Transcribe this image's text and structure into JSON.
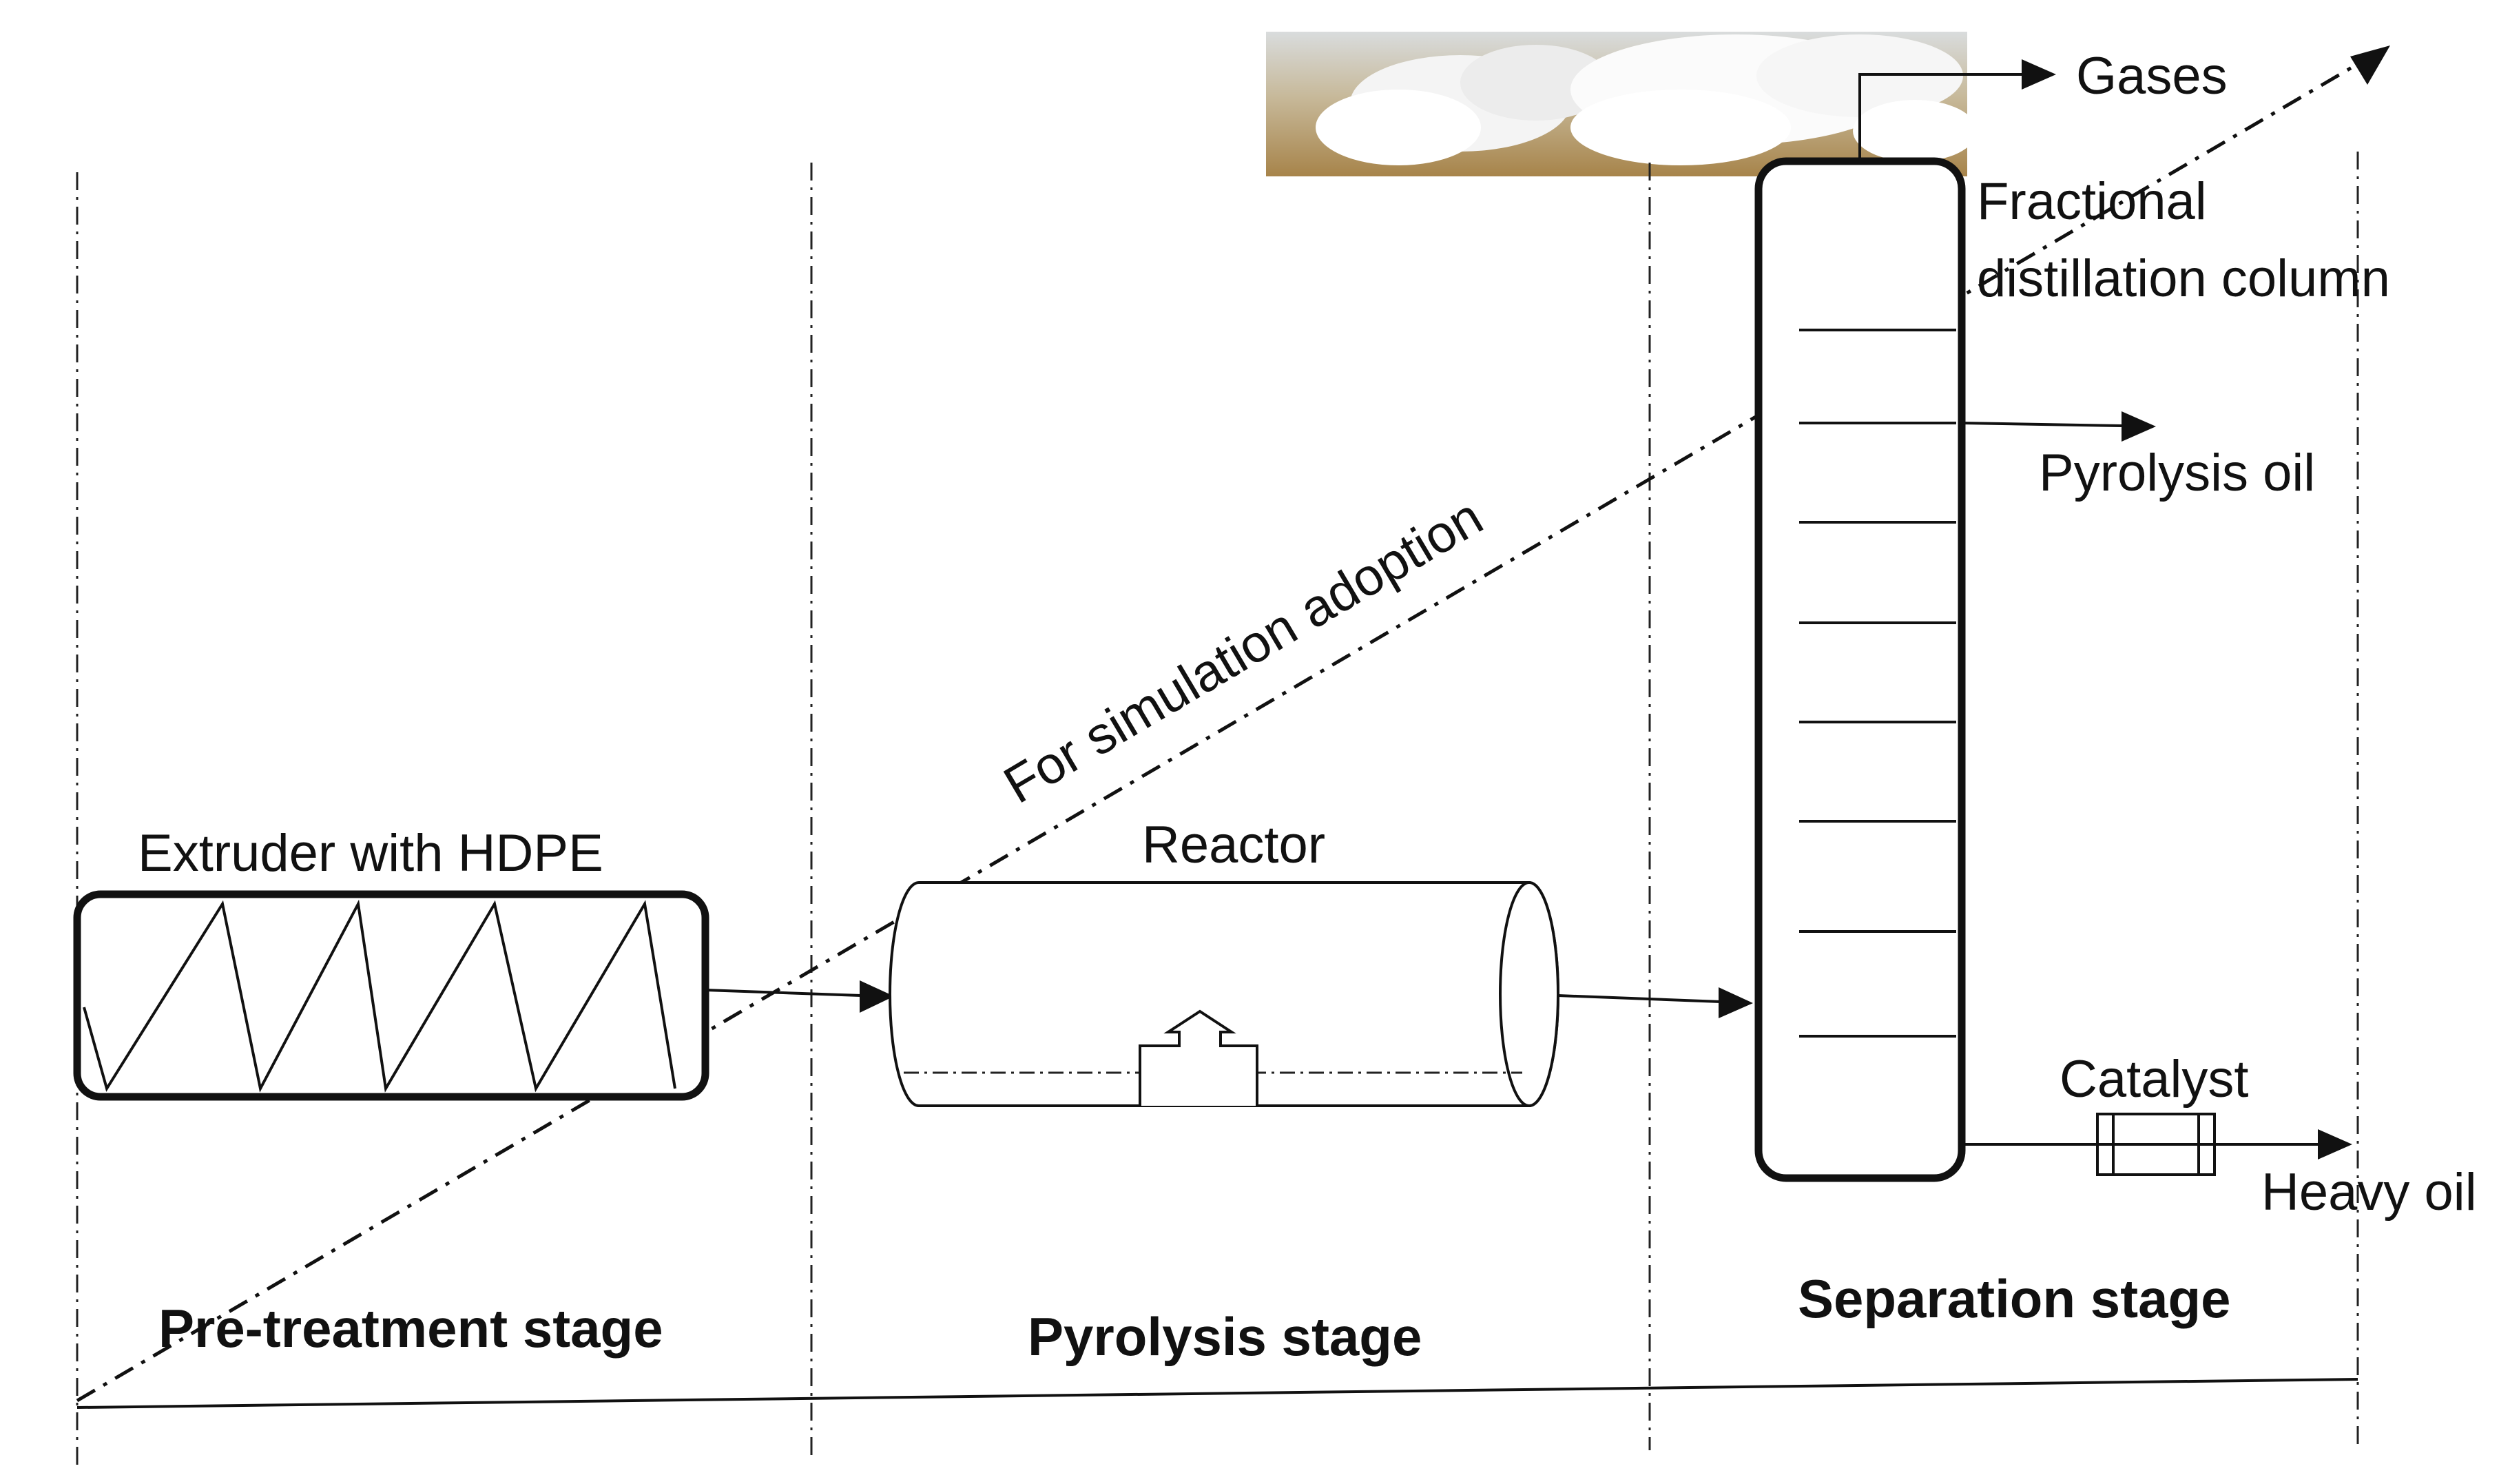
{
  "labels": {
    "gases": "Gases",
    "column": [
      "Fractional",
      "distillation column"
    ],
    "pyrolysis_oil": "Pyrolysis oil",
    "simulation": "For simulation adoption",
    "extruder": "Extruder with HDPE",
    "reactor": "Reactor",
    "catalyst": "Catalyst",
    "heavy_oil": "Heavy oil"
  },
  "stages": [
    "Pre-treatment stage",
    "Pyrolysis stage",
    "Separation stage"
  ]
}
